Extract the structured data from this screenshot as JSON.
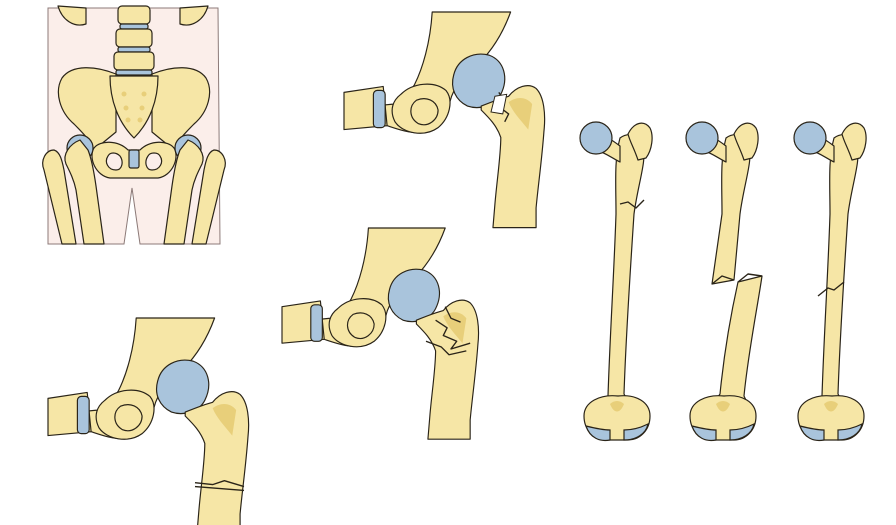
{
  "colors": {
    "bone": "#f6e6a6",
    "bone_shade": "#e8cf7a",
    "cartilage": "#a9c4dc",
    "outline": "#2a2418",
    "skin": "#fbeeea",
    "skin_outline": "#8c7a78",
    "background": "#ffffff"
  },
  "panels": [
    {
      "name": "pelvis-overview",
      "depicts": "pelvis-with-hip-joints"
    },
    {
      "name": "hip-femoral-neck-fracture",
      "depicts": "hip-joint"
    },
    {
      "name": "hip-comminuted-fracture",
      "depicts": "hip-joint"
    },
    {
      "name": "hip-subtrochanteric-fracture",
      "depicts": "hip-joint"
    },
    {
      "name": "femur-transverse-fracture",
      "depicts": "femur"
    },
    {
      "name": "femur-oblique-displaced-fracture",
      "depicts": "femur"
    },
    {
      "name": "femur-hairline-fracture",
      "depicts": "femur"
    }
  ]
}
